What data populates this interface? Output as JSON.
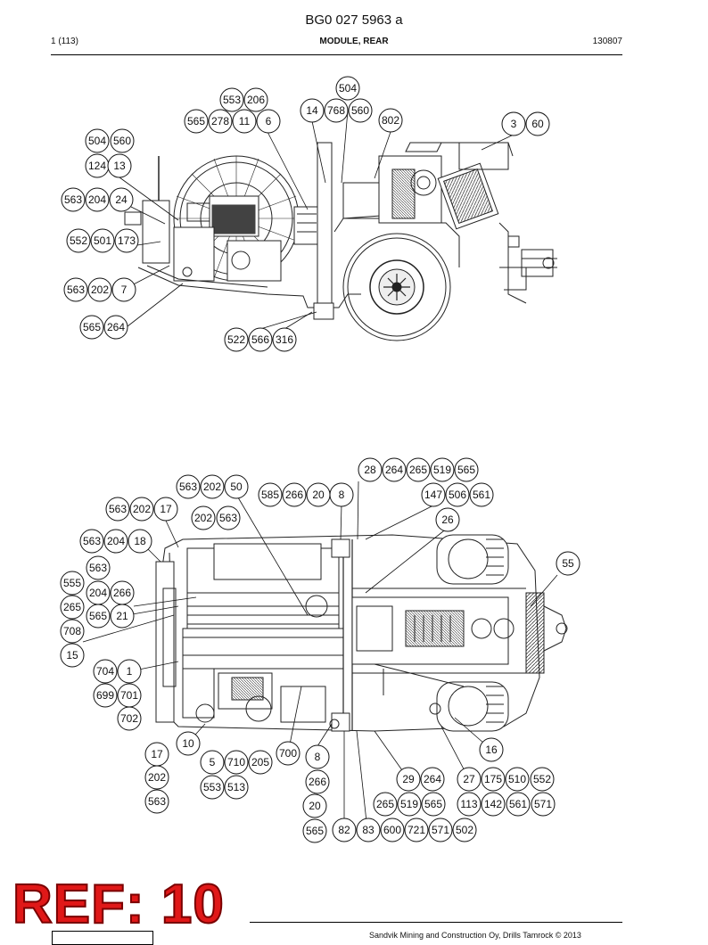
{
  "header": {
    "doc_code": "BG0 027 5963 a",
    "page": "1 (113)",
    "section": "MODULE, REAR",
    "date_code": "130807"
  },
  "ref_label": "REF: 10",
  "footer": {
    "copyright": "Sandvik Mining and Construction Oy, Drills Tamrock © 2013"
  },
  "callouts_top": [
    "504",
    "553",
    "206",
    "565",
    "278",
    "11",
    "6",
    "14",
    "768",
    "560",
    "802",
    "3",
    "60",
    "504",
    "560",
    "124",
    "13",
    "563",
    "204",
    "24",
    "552",
    "501",
    "173",
    "563",
    "202",
    "7",
    "565",
    "264",
    "522",
    "566",
    "316"
  ],
  "callouts_bottom": [
    "28",
    "264",
    "265",
    "519",
    "565",
    "563",
    "202",
    "50",
    "585",
    "266",
    "20",
    "8",
    "147",
    "506",
    "561",
    "563",
    "202",
    "17",
    "202",
    "563",
    "26",
    "563",
    "204",
    "18",
    "55",
    "563",
    "555",
    "204",
    "266",
    "265",
    "565",
    "21",
    "708",
    "15",
    "704",
    "1",
    "699",
    "701",
    "702",
    "10",
    "17",
    "700",
    "8",
    "5",
    "710",
    "205",
    "16",
    "202",
    "266",
    "553",
    "513",
    "29",
    "264",
    "27",
    "175",
    "510",
    "552",
    "563",
    "20",
    "265",
    "519",
    "565",
    "113",
    "142",
    "561",
    "571",
    "565",
    "82",
    "83",
    "600",
    "721",
    "571",
    "502"
  ]
}
